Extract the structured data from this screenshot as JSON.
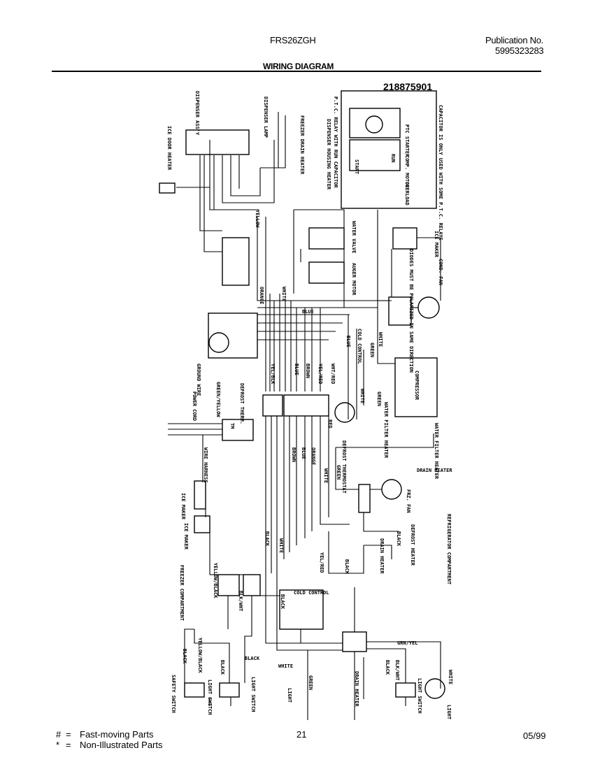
{
  "header": {
    "model": "FRS26ZGH",
    "publication_label": "Publication No.",
    "publication_number": "5995323283",
    "title": "WIRING DIAGRAM",
    "diagram_number": "218875901"
  },
  "labels": {
    "dispenser_assy": "DISPENSER ASS'Y",
    "ice_door_heater": "ICE DOOR HEATER",
    "dispenser_lamp": "DISPENSER LAMP",
    "freezer_drain_heater": "FREEZER DRAIN HEATER",
    "dispenser_housing_heater": "DISPENSER HOUSING HEATER",
    "ptc_relay_note": "P.T.C. RELAY WITH RUN CAPACITOR",
    "run_capacitor": "RUN CAPACITOR",
    "ptc_starter": "PTC STARTER",
    "start": "START",
    "run": "RUN",
    "compressor_motor": "COMP. MOTOR",
    "overload": "OVERLOAD",
    "yellow": "YELLOW",
    "capacitor_note": "CAPACITOR IS ONLY USED WITH SOME P.T.C. RELAYS",
    "ice_maker": "ICE MAKER",
    "auger_motor": "AUGER MOTOR",
    "water_valve": "WATER VALVE",
    "cond_fan": "COND. FAN",
    "diodes_note": "DIODES MUST BE POLARIZED IN SAME DIRECTION",
    "power_cord": "POWER CORD",
    "ground_wire": "GROUND WIRE",
    "timer": "TM",
    "wire_harness": "WIRE HARNESS",
    "ice_maker_connector": "ICE MAKER",
    "defrost_thermostat": "DEFROST THERMOSTAT",
    "fresh_food_thermostat": "COLD CONTROL",
    "freezer_compartment": "FREEZER COMPARTMENT",
    "refrigerator_compartment": "REFRIGERATOR COMPARTMENT",
    "evap_fan": "FRZ. FAN",
    "defrost_heater": "DEFROST HEATER",
    "drain_heater": "DRAIN HEATER",
    "safety_switch": "SAFETY SWITCH",
    "light_switch_left": "LIGHT SWITCH",
    "light_left": "LIGHT",
    "light_switch_right": "LIGHT SWITCH",
    "light_right": "LIGHT",
    "water_filter_heater": "WATER FILTER HEATER",
    "compressor": "COMPRESSOR",
    "cold_control": "COLD CONTROL",
    "green": "GREEN",
    "black": "BLACK",
    "white": "WHITE",
    "red": "RED",
    "blue": "BLUE",
    "orange": "ORANGE",
    "brown": "BROWN",
    "yellow_black": "YELLOW/BLACK",
    "yel_red": "YEL/RED",
    "wht_red": "WHT/RED",
    "yel_blk": "YEL/BLK",
    "blk_wht": "BLK/WHT",
    "grn_yel": "GRN/YEL",
    "green_yellow": "GREEN/YELLOW",
    "defrost_therm_label": "DEFROST THERM."
  },
  "footer": {
    "legend": [
      {
        "symbol": "#",
        "text": "Fast-moving Parts"
      },
      {
        "symbol": "*",
        "text": "Non-Illustrated Parts"
      }
    ],
    "page_number": "21",
    "date": "05/99"
  }
}
